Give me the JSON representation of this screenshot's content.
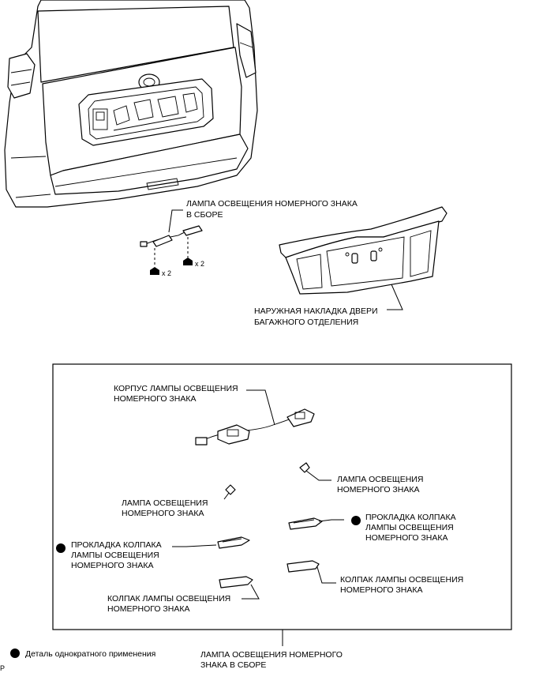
{
  "labels": {
    "lamp_assembly_top_1": "ЛАМПА ОСВЕЩЕНИЯ НОМЕРНОГО ЗНАКА",
    "lamp_assembly_top_2": "В СБОРЕ",
    "qty_left": "x 2",
    "qty_right": "x 2",
    "garnish_1": "НАРУЖНАЯ НАКЛАДКА ДВЕРИ",
    "garnish_2": "БАГАЖНОГО ОТДЕЛЕНИЯ",
    "housing_1": "КОРПУС ЛАМПЫ ОСВЕЩЕНИЯ",
    "housing_2": "НОМЕРНОГО ЗНАКА",
    "bulb_right_1": "ЛАМПА ОСВЕЩЕНИЯ",
    "bulb_right_2": "НОМЕРНОГО ЗНАКА",
    "bulb_left_1": "ЛАМПА ОСВЕЩЕНИЯ",
    "bulb_left_2": "НОМЕРНОГО ЗНАКА",
    "gasket_right_1": "ПРОКЛАДКА КОЛПАКА",
    "gasket_right_2": "ЛАМПЫ ОСВЕЩЕНИЯ",
    "gasket_right_3": "НОМЕРНОГО ЗНАКА",
    "gasket_left_1": "ПРОКЛАДКА КОЛПАКА",
    "gasket_left_2": "ЛАМПЫ ОСВЕЩЕНИЯ",
    "gasket_left_3": "НОМЕРНОГО ЗНАКА",
    "cover_right_1": "КОЛПАК ЛАМПЫ ОСВЕЩЕНИЯ",
    "cover_right_2": "НОМЕРНОГО ЗНАКА",
    "cover_left_1": "КОЛПАК ЛАМПЫ ОСВЕЩЕНИЯ",
    "cover_left_2": "НОМЕРНОГО ЗНАКА",
    "assembly_bottom_1": "ЛАМПА ОСВЕЩЕНИЯ НОМЕРНОГО",
    "assembly_bottom_2": "ЗНАКА В СБОРЕ",
    "legend_nonreusable": "Деталь однократного применения",
    "corner_mark": "P"
  }
}
